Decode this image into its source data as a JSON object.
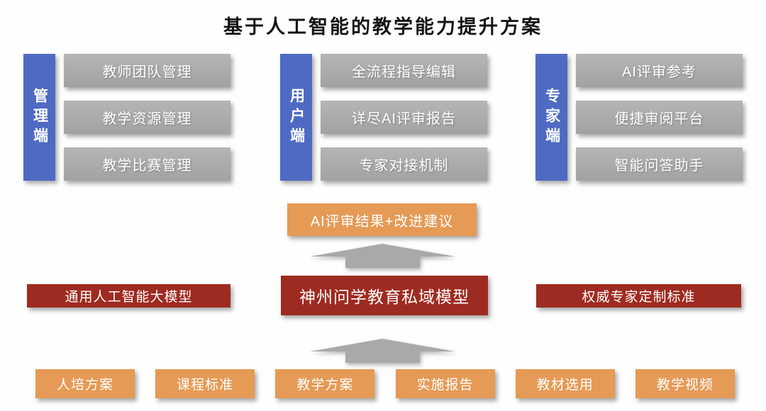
{
  "title": "基于人工智能的教学能力提升方案",
  "columns": [
    {
      "side_label": "管理端",
      "items": [
        "教师团队管理",
        "教学资源管理",
        "教学比赛管理"
      ]
    },
    {
      "side_label": "用户端",
      "items": [
        "全流程指导编辑",
        "详尽AI评审报告",
        "专家对接机制"
      ]
    },
    {
      "side_label": "专家端",
      "items": [
        "AI评审参考",
        "便捷审阅平台",
        "智能问答助手"
      ]
    }
  ],
  "result_box": {
    "label": "AI评审结果+改进建议"
  },
  "models": {
    "left": "通用人工智能大模型",
    "center": "神州问学教育私域模型",
    "right": "权威专家定制标准"
  },
  "inputs": [
    "人培方案",
    "课程标准",
    "教学方案",
    "实施报告",
    "教材选用",
    "教学视频"
  ],
  "colors": {
    "blue": "#4e6ac2",
    "gray": "#a2a2a2",
    "orange": "#e59a55",
    "red": "#9e2b21",
    "arrow": "#a9a9a9"
  }
}
